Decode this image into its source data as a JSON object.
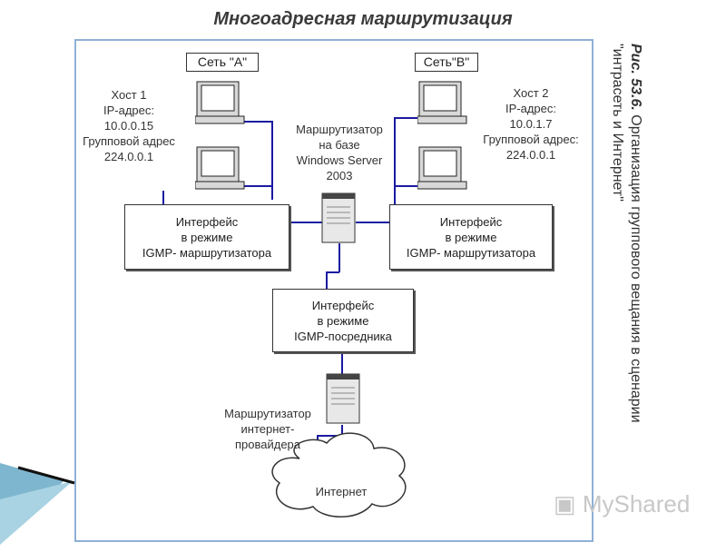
{
  "title": "Многоадресная маршрутизация",
  "caption": {
    "prefix": "Рис. 53.6.",
    "line1": "Организация группового вещания в сценарии",
    "line2": "\"интрасеть и Интернет\""
  },
  "networks": {
    "a": "Сеть \"А\"",
    "b": "Сеть\"В\""
  },
  "host1": {
    "name": "Хост 1",
    "ip_label": "IP-адрес:",
    "ip": "10.0.0.15",
    "group_label": "Групповой адрес",
    "group": "224.0.0.1"
  },
  "host2": {
    "name": "Хост 2",
    "ip_label": "IP-адрес:",
    "ip": "10.0.1.7",
    "group_label": "Групповой адрес:",
    "group": "224.0.0.1"
  },
  "router": {
    "label": "Маршрутизатор\nна базе\nWindows Server\n2003"
  },
  "interfaces": {
    "left": "Интерфейс\nв режиме\nIGMP- маршрутизатора",
    "right": "Интерфейс\nв режиме\nIGMP- маршрутизатора",
    "proxy": "Интерфейс\nв режиме\nIGMP-посредника"
  },
  "isp_router": "Маршрутизатор\nинтернет-\nпровайдера",
  "internet": "Интернет",
  "watermark": "MyShared",
  "colors": {
    "link": "#1a1aa0",
    "frame": "#8fb0d6"
  }
}
